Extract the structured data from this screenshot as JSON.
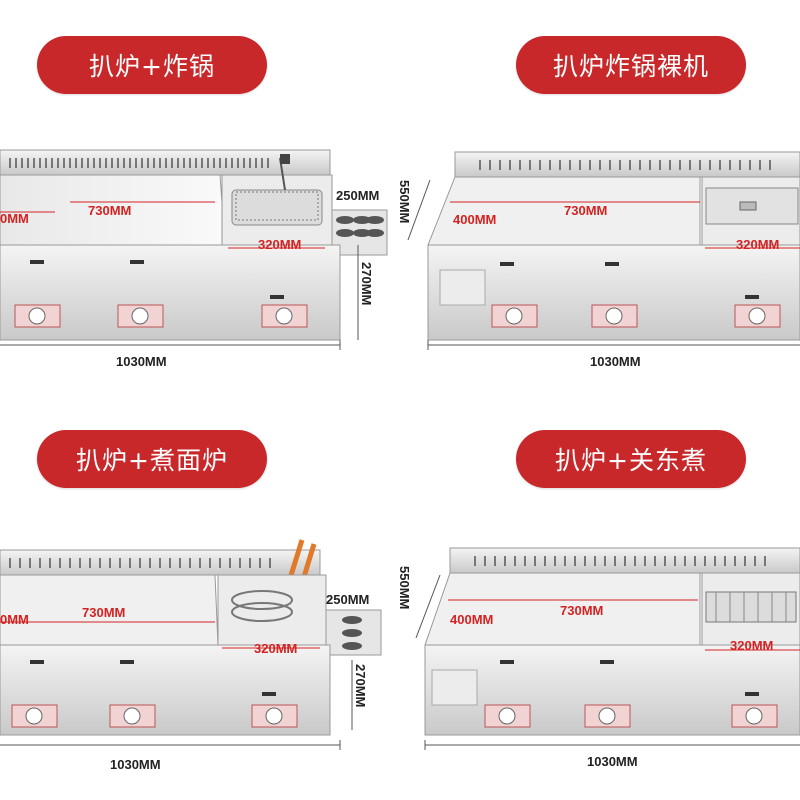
{
  "panels": [
    {
      "title": "扒炉+炸锅",
      "dims": {
        "griddle_width": "730MM",
        "left_cut": "0MM",
        "fryer_width": "320MM",
        "depth": "250MM",
        "height": "270MM",
        "total": "1030MM"
      }
    },
    {
      "title": "扒炉炸锅裸机",
      "dims": {
        "depth_side": "550MM",
        "left": "400MM",
        "griddle_width": "730MM",
        "fryer_width": "320MM",
        "total": "1030MM"
      }
    },
    {
      "title": "扒炉+煮面炉",
      "dims": {
        "griddle_width": "730MM",
        "left_cut": "0MM",
        "cooker_width": "320MM",
        "depth": "250MM",
        "height": "270MM",
        "total": "1030MM"
      }
    },
    {
      "title": "扒炉+关东煮",
      "dims": {
        "depth_side": "550MM",
        "left": "400MM",
        "griddle_width": "730MM",
        "pot_width": "320MM",
        "total": "1030MM"
      }
    }
  ],
  "colors": {
    "pill": "#c8282a",
    "dimension_red": "#d42222",
    "steel": "#d9d9d9"
  }
}
